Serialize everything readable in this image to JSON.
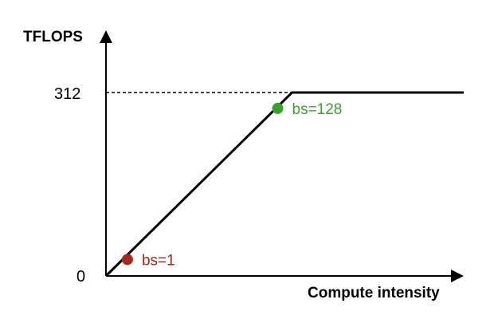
{
  "chart_data": {
    "type": "line",
    "ylabel": "TFLOPS",
    "xlabel": "Compute intensity",
    "yticks": [
      {
        "value": 0,
        "label": "0"
      },
      {
        "value": 312,
        "label": "312"
      }
    ],
    "ylim": [
      0,
      312
    ],
    "xlim": [
      0,
      1
    ],
    "roofline": [
      {
        "x": 0.0,
        "y": 0
      },
      {
        "x": 0.52,
        "y": 312
      },
      {
        "x": 1.0,
        "y": 312
      }
    ],
    "points": [
      {
        "label": "bs=1",
        "x": 0.06,
        "y": 28,
        "color": "#a8281a"
      },
      {
        "label": "bs=128",
        "x": 0.48,
        "y": 285,
        "color": "#3aa12b"
      }
    ],
    "reference_line": {
      "y": 312,
      "style": "dashed"
    }
  }
}
